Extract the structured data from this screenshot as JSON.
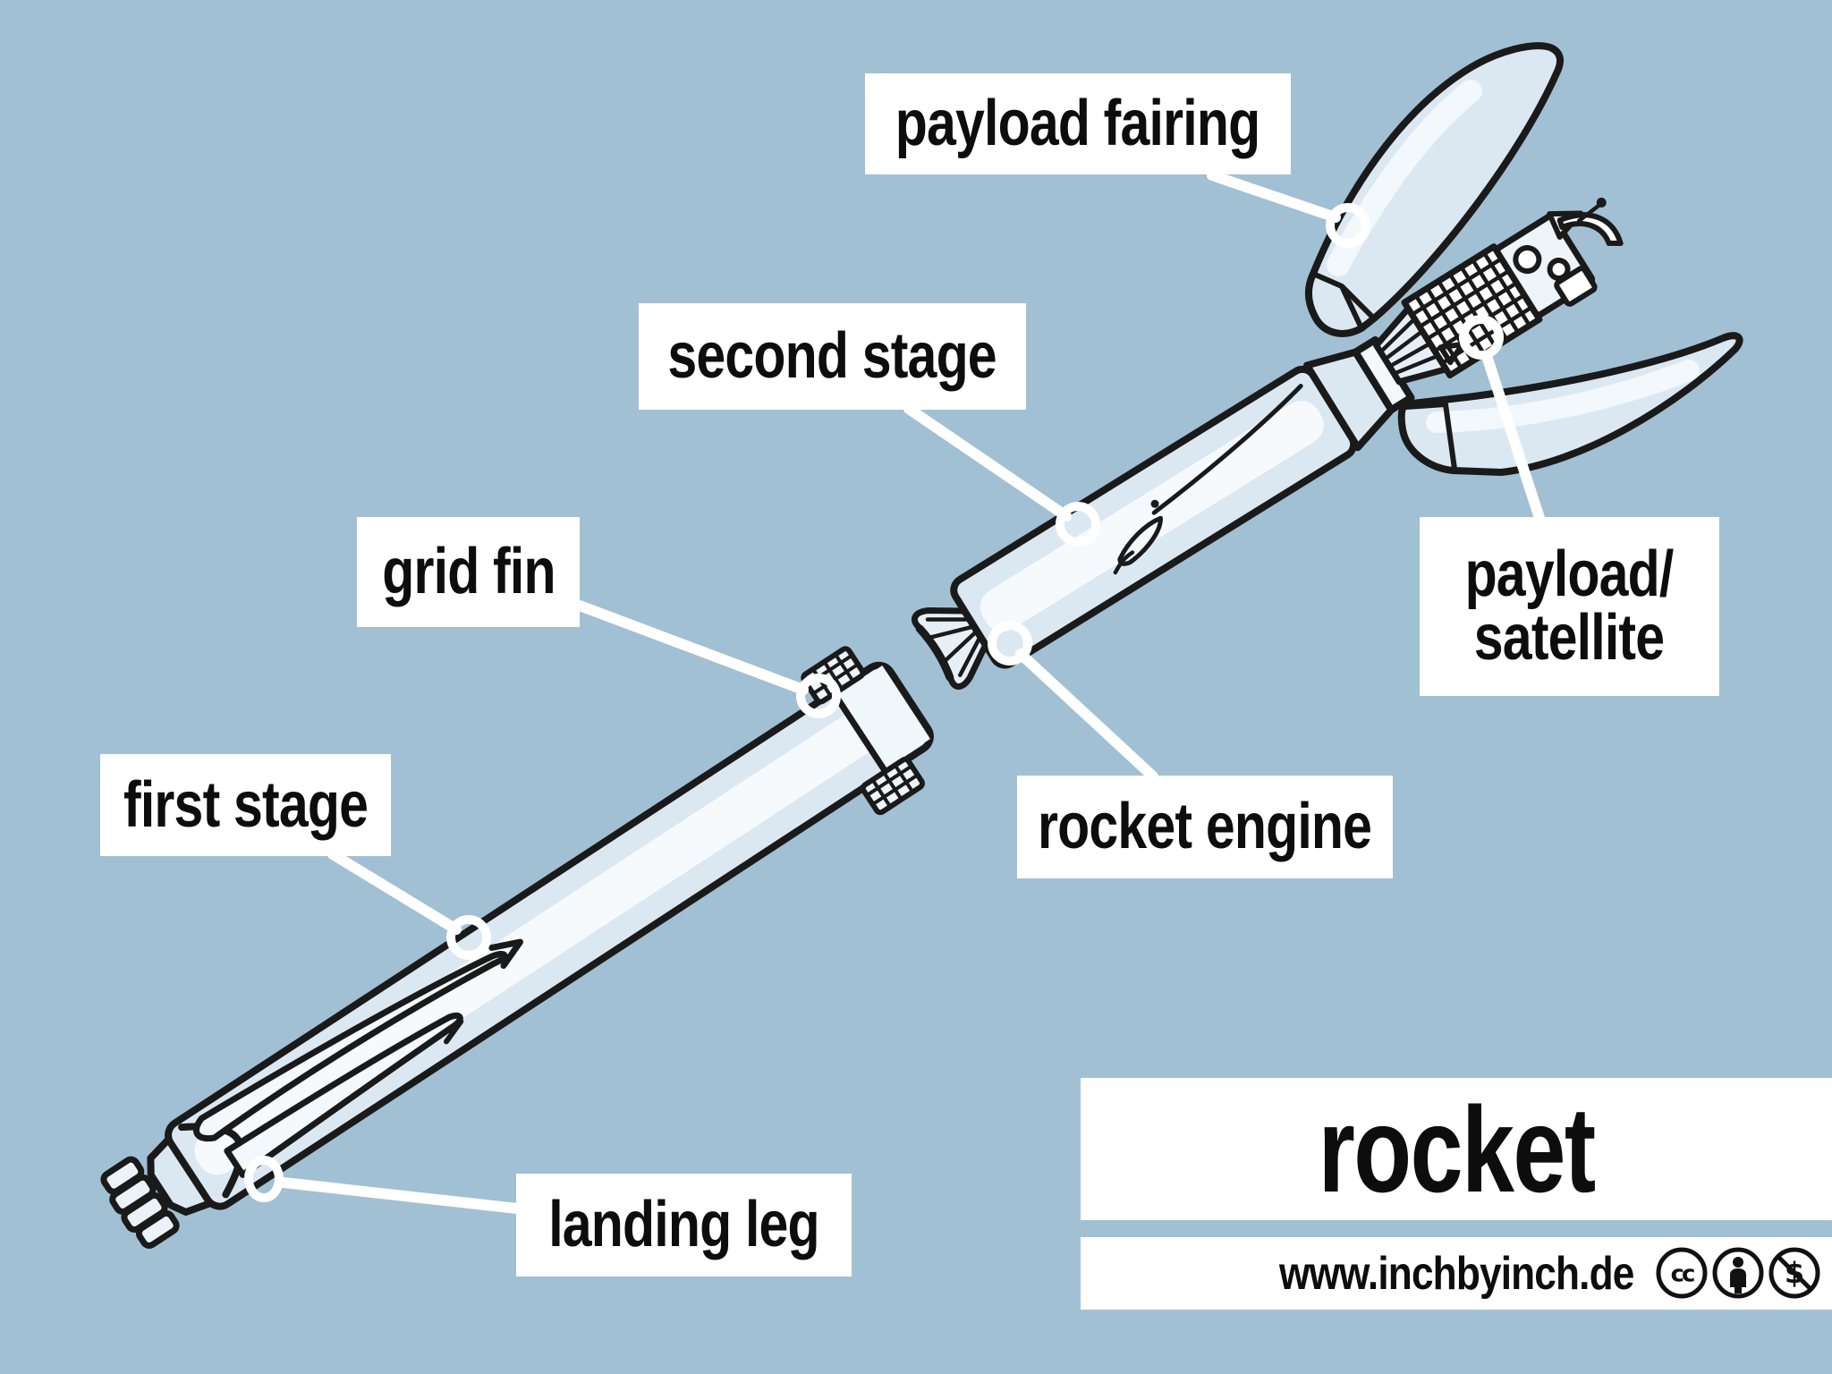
{
  "diagram": {
    "subject": "rocket parts diagram",
    "labels": {
      "payload_fairing": "payload fairing",
      "second_stage": "second stage",
      "grid_fin": "grid fin",
      "first_stage": "first stage",
      "rocket_engine": "rocket engine",
      "payload_satellite_line1": "payload/",
      "payload_satellite_line2": "satellite",
      "landing_leg": "landing leg"
    }
  },
  "footer": {
    "title": "rocket",
    "website": "www.inchbyinch.de",
    "license_icons": [
      "creative-commons",
      "attribution",
      "non-commercial"
    ]
  },
  "colors": {
    "background": "#a2c0d4",
    "ink": "#1a1a1a",
    "label_background": "#ffffff",
    "label_text": "#0d0d0d",
    "rocket_fill": "#dbe8f2",
    "rocket_highlight": "#f6fafd",
    "leader_line": "#ffffff"
  }
}
